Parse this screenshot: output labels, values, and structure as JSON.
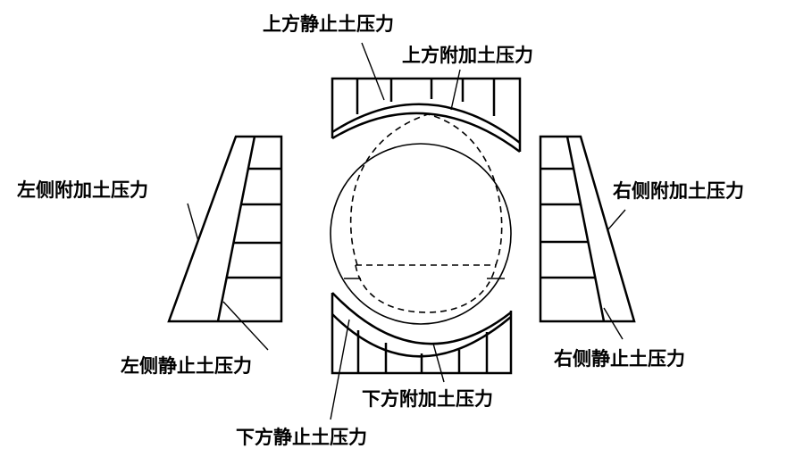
{
  "labels": {
    "top_static": "上方静止土压力",
    "top_additional": "上方附加土压力",
    "left_additional": "左侧附加土压力",
    "right_additional": "右侧附加土压力",
    "left_static": "左侧静止土压力",
    "right_static": "右侧静止土压力",
    "bottom_additional": "下方附加土压力",
    "bottom_static": "下方静止土压力"
  },
  "colors": {
    "stroke": "#000000",
    "background": "#ffffff"
  }
}
